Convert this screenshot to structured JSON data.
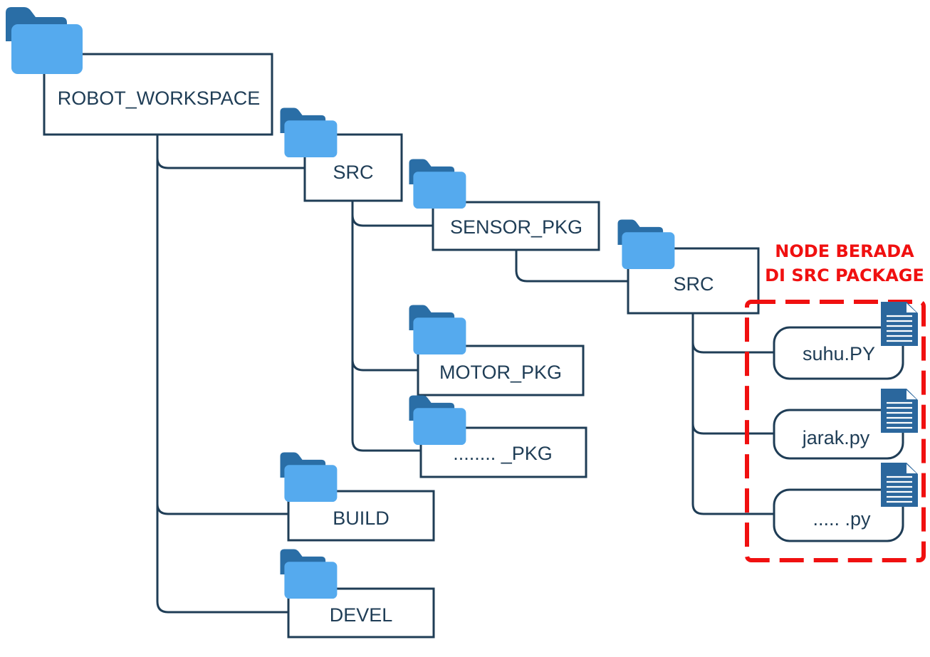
{
  "colors": {
    "line": "#1f3d56",
    "folder_front": "#55aaee",
    "folder_back": "#2a6ea6",
    "file_icon": "#2b679d",
    "highlight": "#f01010"
  },
  "nodes": {
    "robot_workspace": "ROBOT_WORKSPACE",
    "src": "SRC",
    "sensor_pkg": "SENSOR_PKG",
    "sensor_src": "SRC",
    "motor_pkg": "MOTOR_PKG",
    "other_pkg": "........ _PKG",
    "build": "BUILD",
    "devel": "DEVEL"
  },
  "files": {
    "suhu": "suhu.PY",
    "jarak": "jarak.py",
    "other": "..... .py"
  },
  "annotation": {
    "line1": "NODE BERADA",
    "line2": "DI SRC PACKAGE"
  },
  "icons": {
    "folder": "folder-icon",
    "file": "document-icon"
  }
}
